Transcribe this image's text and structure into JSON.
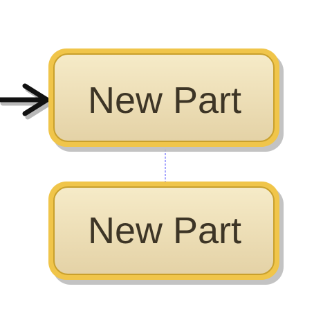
{
  "diagram": {
    "nodes": [
      {
        "id": "part-1",
        "label": "New Part"
      },
      {
        "id": "part-2",
        "label": "New Part"
      }
    ],
    "edges": [
      {
        "from": "part-1",
        "to": "part-2",
        "style": "dashed",
        "color": "#8a8aff"
      }
    ],
    "entry_arrow": {
      "target": "part-1",
      "color": "#111111"
    }
  },
  "colors": {
    "node_border": "#f0c54a",
    "node_border_inner": "#c9a02c",
    "node_fill_top": "#f6ebc8",
    "node_fill_bottom": "#e4d2a6",
    "shadow": "#b8b8b8",
    "label": "#3d3526"
  }
}
